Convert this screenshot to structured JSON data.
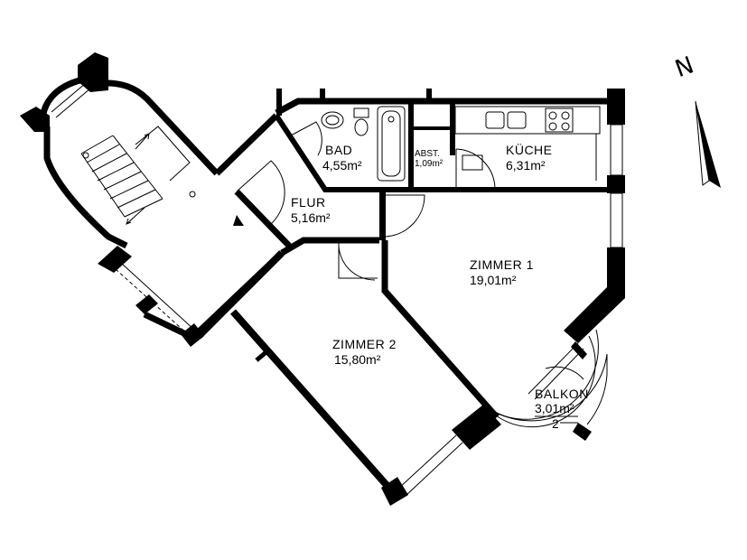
{
  "compass": {
    "label": "N"
  },
  "rooms": {
    "bad": {
      "name": "BAD",
      "area": "4,55m²"
    },
    "abst": {
      "name": "ABST.",
      "area": "1,09m²"
    },
    "kueche": {
      "name": "KÜCHE",
      "area": "6,31m²"
    },
    "flur": {
      "name": "FLUR",
      "area": "5,16m²"
    },
    "zimmer1": {
      "name": "ZIMMER 1",
      "area": "19,01m²"
    },
    "zimmer2": {
      "name": "ZIMMER 2",
      "area": "15,80m²"
    },
    "balkon": {
      "name": "BALKON",
      "area": "3,01m²",
      "note": "2"
    }
  },
  "colors": {
    "wall": "#000000",
    "background": "#ffffff"
  }
}
